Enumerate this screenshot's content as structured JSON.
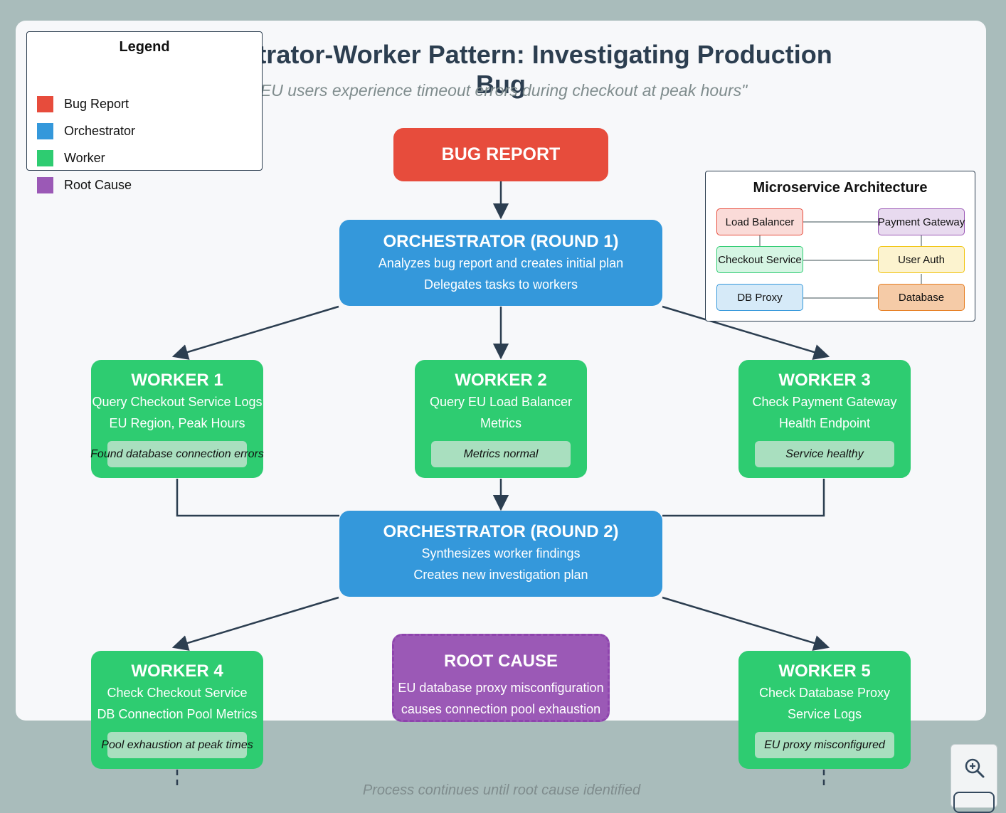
{
  "title": "Orchestrator-Worker Pattern: Investigating Production Bug",
  "subtitle": "\"EU users experience timeout errors during checkout at peak hours\"",
  "legend": {
    "title": "Legend",
    "items": [
      {
        "label": "Bug Report",
        "color": "#e74c3c"
      },
      {
        "label": "Orchestrator",
        "color": "#3498db"
      },
      {
        "label": "Worker",
        "color": "#2ecc71"
      },
      {
        "label": "Root Cause",
        "color": "#9b59b6"
      }
    ]
  },
  "bug_report": {
    "label": "BUG REPORT",
    "color": "#e74c3c"
  },
  "orchestrator1": {
    "title": "ORCHESTRATOR (ROUND 1)",
    "lines": [
      "Analyzes bug report and creates initial plan",
      "Delegates tasks to workers"
    ],
    "color": "#3498db"
  },
  "orchestrator2": {
    "title": "ORCHESTRATOR (ROUND 2)",
    "lines": [
      "Synthesizes worker findings",
      "Creates new investigation plan"
    ],
    "color": "#3498db"
  },
  "workers": [
    {
      "title": "WORKER 1",
      "lines": [
        "Query Checkout Service Logs",
        "EU Region, Peak Hours"
      ],
      "result": "Found database connection errors"
    },
    {
      "title": "WORKER 2",
      "lines": [
        "Query EU Load Balancer",
        "Metrics"
      ],
      "result": "Metrics normal"
    },
    {
      "title": "WORKER 3",
      "lines": [
        "Check Payment Gateway",
        "Health Endpoint"
      ],
      "result": "Service healthy"
    },
    {
      "title": "WORKER 4",
      "lines": [
        "Check Checkout Service",
        "DB Connection Pool Metrics"
      ],
      "result": "Pool exhaustion at peak times"
    },
    {
      "title": "WORKER 5",
      "lines": [
        "Check Database Proxy",
        "Service Logs"
      ],
      "result": "EU proxy misconfigured"
    }
  ],
  "root_cause": {
    "title": "ROOT CAUSE",
    "lines": [
      "EU database proxy misconfiguration",
      "causes connection pool exhaustion"
    ],
    "color": "#9b59b6"
  },
  "architecture": {
    "title": "Microservice Architecture",
    "services": [
      {
        "label": "Load Balancer",
        "fill": "#fadbd8",
        "border": "#e74c3c"
      },
      {
        "label": "Payment Gateway",
        "fill": "#e8daef",
        "border": "#9b59b6"
      },
      {
        "label": "Checkout Service",
        "fill": "#d5f5e3",
        "border": "#2ecc71"
      },
      {
        "label": "User Auth",
        "fill": "#fcf3cf",
        "border": "#f1c40f"
      },
      {
        "label": "DB Proxy",
        "fill": "#d6eaf8",
        "border": "#3498db"
      },
      {
        "label": "Database",
        "fill": "#f5cba7",
        "border": "#e67e22"
      }
    ]
  },
  "footer": "Process continues until root cause identified",
  "zoom": {
    "icon": "zoom-in-icon"
  }
}
